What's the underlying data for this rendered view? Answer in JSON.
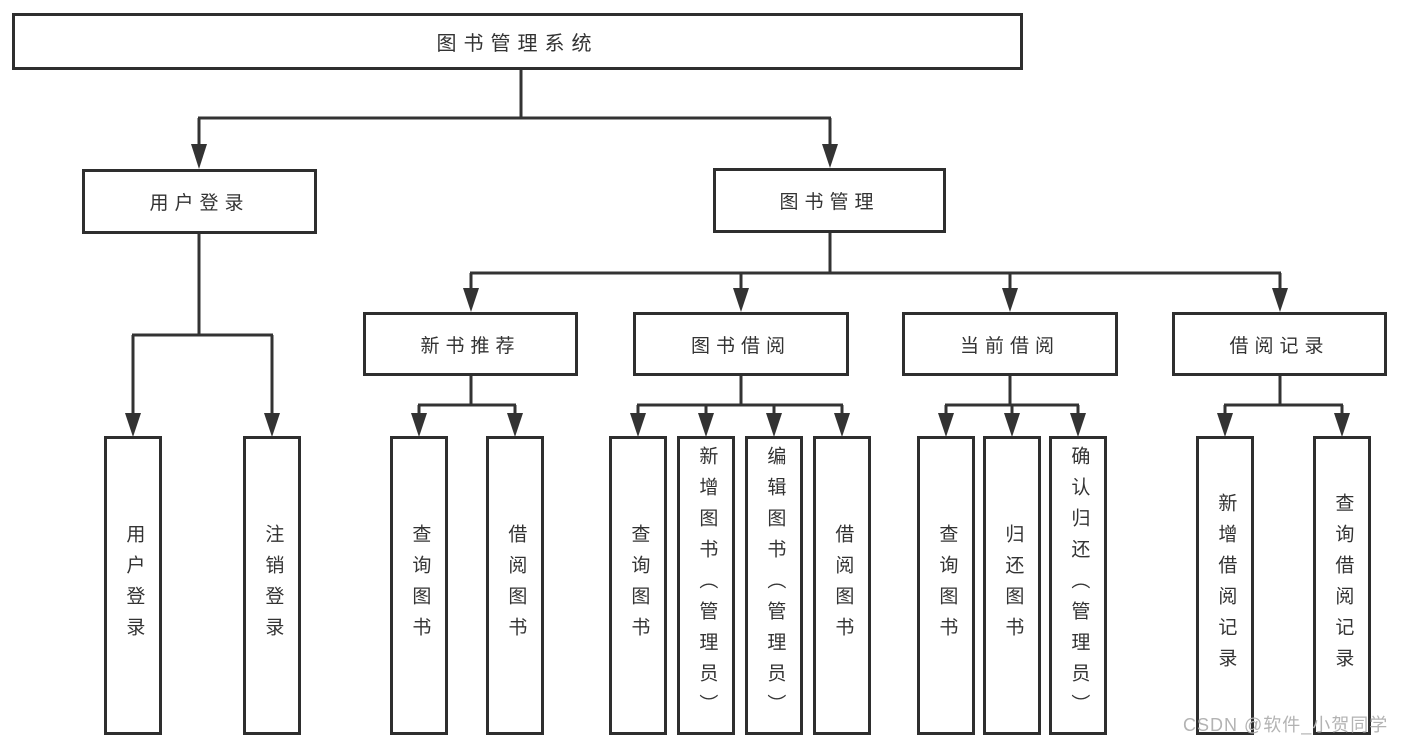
{
  "diagram": {
    "root": "图书管理系统",
    "level2": [
      "用户登录",
      "图书管理"
    ],
    "level3": [
      "新书推荐",
      "图书借阅",
      "当前借阅",
      "借阅记录"
    ],
    "leaves": {
      "user_login": [
        "用户登录",
        "注销登录"
      ],
      "new_book_recommend": [
        "查询图书",
        "借阅图书"
      ],
      "book_borrow": [
        "查询图书",
        "新增图书（管理员）",
        "编辑图书（管理员）",
        "借阅图书"
      ],
      "current_borrow": [
        "查询图书",
        "归还图书",
        "确认归还（管理员）"
      ],
      "borrow_records": [
        "新增借阅记录",
        "查询借阅记录"
      ]
    }
  },
  "watermark": {
    "text": "CSDN @软件_小贺同学"
  },
  "colors": {
    "line": "#333333",
    "box_border": "#2e2e2e",
    "text": "#333333",
    "watermark": "#b3b3b3",
    "background": "#ffffff"
  }
}
